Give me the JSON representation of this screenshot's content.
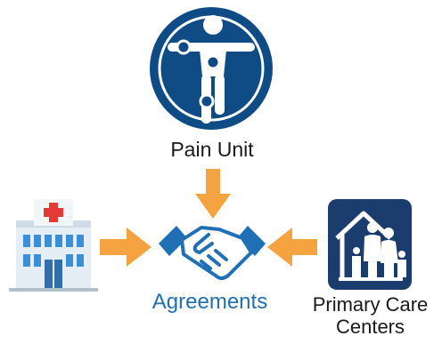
{
  "nodes": {
    "pain_unit": {
      "label": "Pain Unit"
    },
    "agreements": {
      "label": "Agreements"
    },
    "primary_care": {
      "label_line1": "Primary Care",
      "label_line2": "Centers"
    }
  },
  "colors": {
    "logo_blue": "#0f4c86",
    "agreement_blue": "#1f6fb5",
    "arrow_orange": "#f4a340",
    "house_blue": "#1b3d6e"
  },
  "icons": [
    "human-figure-logo-icon",
    "hospital-icon",
    "handshake-icon",
    "family-house-icon",
    "arrow-down-icon",
    "arrow-right-icon",
    "arrow-left-icon"
  ]
}
